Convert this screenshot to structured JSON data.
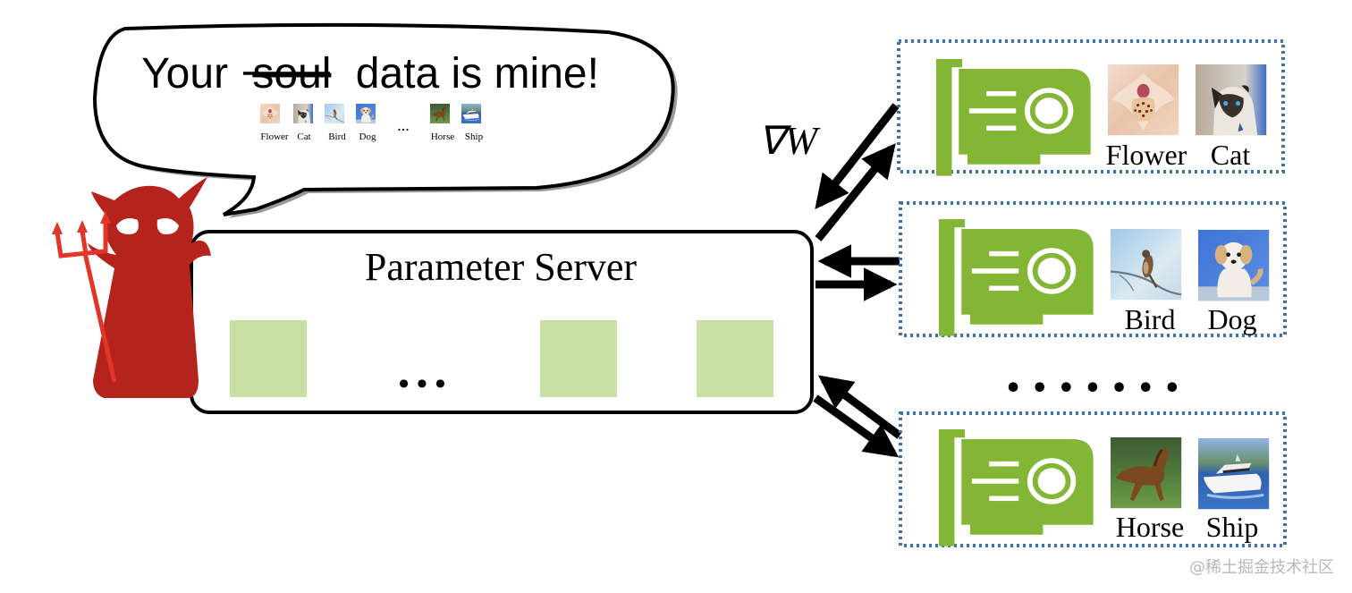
{
  "speech_bubble": {
    "prefix": "Your",
    "struck_word": "soul",
    "suffix": "data is mine!",
    "thumbnails": [
      {
        "label": "Flower",
        "icon": "flower-image"
      },
      {
        "label": "Cat",
        "icon": "cat-image"
      },
      {
        "label": "Bird",
        "icon": "bird-image"
      },
      {
        "label": "Dog",
        "icon": "dog-image"
      },
      {
        "label": "Horse",
        "icon": "horse-image"
      },
      {
        "label": "Ship",
        "icon": "ship-image"
      }
    ],
    "ellipsis": "..."
  },
  "attacker": {
    "icon": "devil-with-trident-icon",
    "color": "#b4241c",
    "trident_color": "#e3342a"
  },
  "parameter_server": {
    "title": "Parameter Server",
    "ellipsis": "• • •",
    "block_color": "#c9e0a5",
    "block_count": 3
  },
  "gradient_label": "∇W",
  "workers": [
    {
      "icon": "gpu-card-icon",
      "images": [
        {
          "label": "Flower",
          "icon": "flower-image"
        },
        {
          "label": "Cat",
          "icon": "cat-image"
        }
      ]
    },
    {
      "icon": "gpu-card-icon",
      "images": [
        {
          "label": "Bird",
          "icon": "bird-image"
        },
        {
          "label": "Dog",
          "icon": "dog-image"
        }
      ]
    },
    {
      "icon": "gpu-card-icon",
      "images": [
        {
          "label": "Horse",
          "icon": "horse-image"
        },
        {
          "label": "Ship",
          "icon": "ship-image"
        }
      ]
    }
  ],
  "workers_ellipsis": "• • • • • • •",
  "colors": {
    "gpu_green": "#84b636",
    "worker_border": "#3e72ab",
    "arrow": "#000000"
  },
  "watermark": "@稀土掘金技术社区"
}
